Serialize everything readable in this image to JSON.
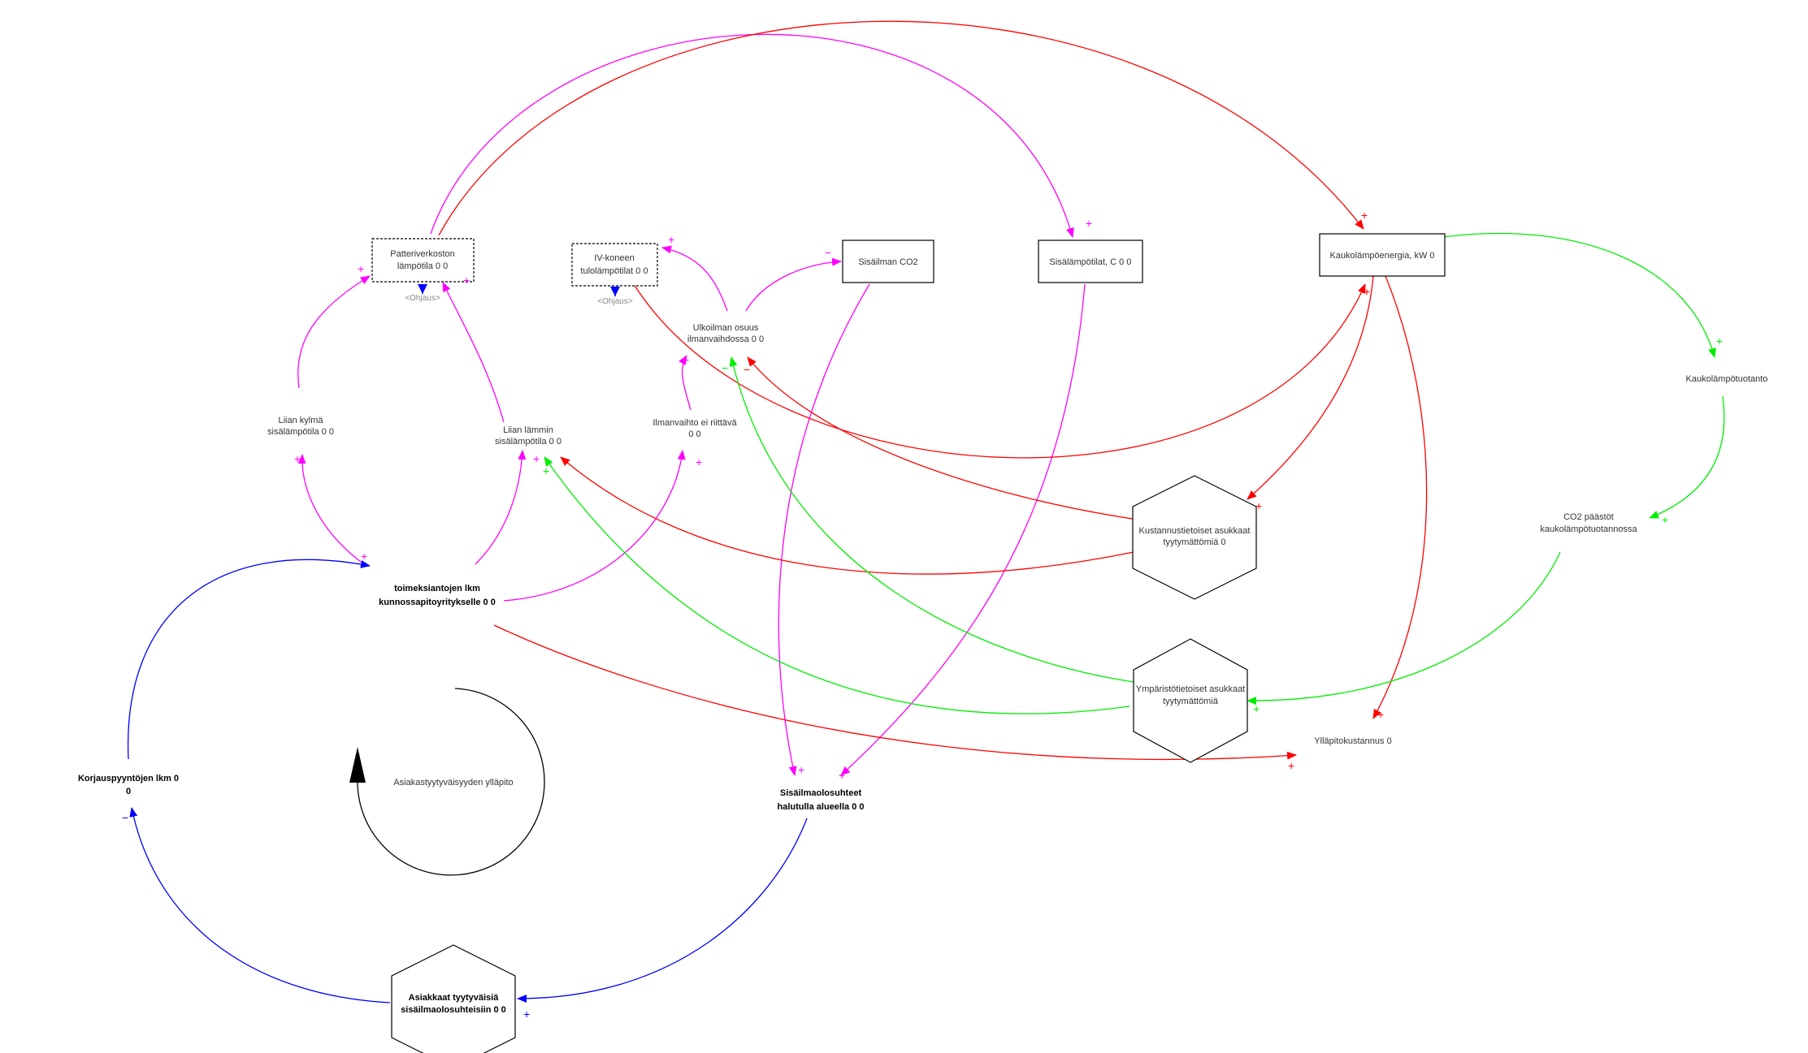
{
  "colors": {
    "magenta": "#ff00ff",
    "red": "#ff0000",
    "green": "#00ee00",
    "blue": "#0000ff",
    "black": "#000000"
  },
  "nodes": {
    "patteriverkosto": [
      "Patteriverkoston",
      "lämpötila 0 0"
    ],
    "patteri_ohjaus": "<Ohjaus>",
    "iv_kone": [
      "IV-koneen",
      "tulolämpötilat 0 0"
    ],
    "iv_ohjaus": "<Ohjaus>",
    "sisailman_co2": "Sisäilman CO2",
    "sisalampotilat": "Sisälämpötilat, C 0 0",
    "kaukolampoenergia": "Kaukolämpöenergia, kW 0",
    "ulkoilman_osuus": [
      "Ulkoilman osuus",
      "ilmanvaihdossa 0 0"
    ],
    "liian_kylma": [
      "Liian kylmä",
      "sisälämpötila 0 0"
    ],
    "liian_lammin": [
      "Liian lämmin",
      "sisälämpötila 0 0"
    ],
    "ilmanvaihto": [
      "Ilmanvaihto ei riittävä",
      "0 0"
    ],
    "kaukolampotuotanto": "Kaukolämpötuotanto",
    "co2_paastot": [
      "CO2 päästöt",
      "kaukolämpötuotannossa"
    ],
    "kustannus": [
      "Kustannustietoiset asukkaat",
      "tyytymättömiä 0"
    ],
    "ymparisto": [
      "Ympäristötietoiset asukkaat",
      "tyytymättömiä"
    ],
    "toimeksiantojen": [
      "toimeksiantojen lkm",
      "kunnossapitoyritykselle 0 0"
    ],
    "yllapitokustannus": "Ylläpitokustannus 0",
    "korjauspyyntojen": [
      "Korjauspyyntöjen lkm 0",
      "0"
    ],
    "loop_label": "Asiakastyytyväisyyden ylläpito",
    "sisailmaolosuhteet": [
      "Sisäilmaolosuhteet",
      "halutulla alueella 0 0"
    ],
    "asiakkaat": [
      "Asiakkaat tyytyväisiä",
      "sisäilmaolosuhteisiin 0 0"
    ]
  },
  "polarities": {
    "plus": "+",
    "minus": "−"
  }
}
